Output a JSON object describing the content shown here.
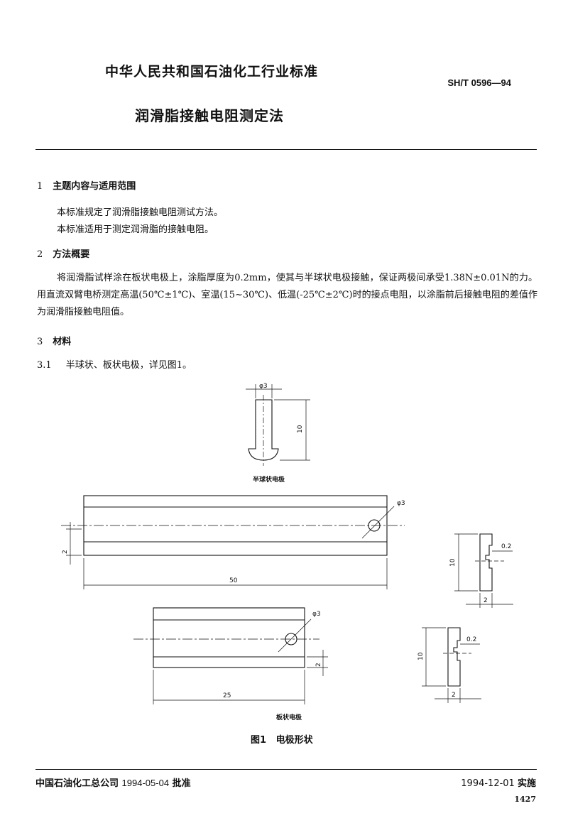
{
  "header": {
    "organization": "中华人民共和国石油化工行业标准",
    "standard_code": "SH/T 0596—94",
    "title": "润滑脂接触电阻测定法"
  },
  "sections": [
    {
      "num": "1",
      "heading": "主题内容与适用范围"
    },
    {
      "num": "2",
      "heading": "方法概要"
    },
    {
      "num": "3",
      "heading": "材料"
    }
  ],
  "section1": {
    "p1": "本标准规定了润滑脂接触电阻测试方法。",
    "p2": "本标准适用于测定润滑脂的接触电阻。"
  },
  "section2": {
    "p1": "将润滑脂试样涂在板状电极上，涂脂厚度为0.2mm，使其与半球状电极接触，保证两极间承受1.38N±0.01N的力。用直流双臂电桥测定高温(50℃±1℃)、室温(15~30℃)、低温(-25℃±2℃)时的接点电阻，以涂脂前后接触电阻的差值作为润滑脂接触电阻值。"
  },
  "section3_1": {
    "num": "3.1",
    "text": "半球状、板状电极，详见图1。"
  },
  "figure": {
    "hemi_label": "半球状电极",
    "plate_label": "板状电极",
    "caption_num": "图1",
    "caption_text": "电极形状",
    "dims": {
      "phi3": "φ3",
      "ten": "10",
      "two": "2",
      "fifty": "50",
      "twentyfive": "25",
      "point_two": "0.2"
    }
  },
  "footer": {
    "issuer": "中国石油化工总公司",
    "approve_date": "1994-05-04",
    "approve_word": "批准",
    "impl_date": "1994-12-01",
    "impl_word": "实施",
    "page_number": "1427"
  }
}
